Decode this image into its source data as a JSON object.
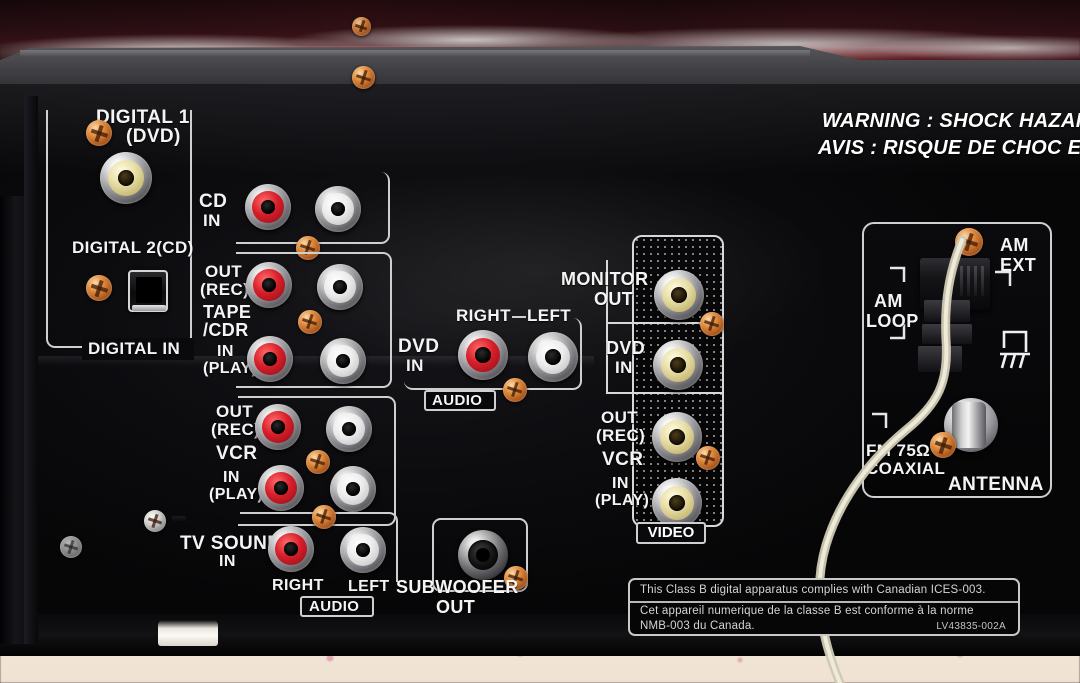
{
  "device": {
    "type": "av-receiver-rear-panel",
    "warning_line_1": "WARNING : SHOCK HAZARD -",
    "warning_line_2": "AVIS : RISQUE DE CHOC ELECT",
    "model_code": "LV43835-002A"
  },
  "digital": {
    "digital_1_label_line1": "DIGITAL 1",
    "digital_1_label_line2": "(DVD)",
    "digital_2_label": "DIGITAL 2(CD)",
    "group_label": "DIGITAL IN"
  },
  "audio_left_block": {
    "cd_label_line1": "CD",
    "cd_label_line2": "IN",
    "tape_out_line1": "OUT",
    "tape_out_line2": "(REC)",
    "tape_name_line1": "TAPE",
    "tape_name_line2": "/CDR",
    "tape_in_line1": "IN",
    "tape_in_line2": "(PLAY)",
    "vcr_out_line1": "OUT",
    "vcr_out_line2": "(REC)",
    "vcr_name": "VCR",
    "vcr_in_line1": "IN",
    "vcr_in_line2": "(PLAY)",
    "tv_sound_line1": "TV SOUND",
    "tv_sound_line2": "IN",
    "channel_right": "RIGHT",
    "channel_left": "LEFT",
    "audio_cap": "AUDIO"
  },
  "dvd_audio": {
    "name_line1": "DVD",
    "name_line2": "IN",
    "channel_right": "RIGHT",
    "channel_left": "LEFT",
    "audio_cap": "AUDIO"
  },
  "subwoofer": {
    "label_line1": "SUBWOOFER",
    "label_line2": "OUT"
  },
  "video_block": {
    "monitor_out_line1": "MONITOR",
    "monitor_out_line2": "OUT",
    "dvd_in_line1": "DVD",
    "dvd_in_line2": "IN",
    "vcr_out_line1": "OUT",
    "vcr_out_line2": "(REC)",
    "vcr_name": "VCR",
    "vcr_in_line1": "IN",
    "vcr_in_line2": "(PLAY)",
    "cap_label": "VIDEO"
  },
  "antenna": {
    "am_ext_line1": "AM",
    "am_ext_line2": "EXT",
    "am_loop_line1": "AM",
    "am_loop_line2": "LOOP",
    "fm_line1": "FM 75Ω",
    "fm_line2": "COAXIAL",
    "group_label": "ANTENNA"
  },
  "regulatory": {
    "line_en": "This Class B digital apparatus complies with Canadian ICES-003.",
    "line_fr_1": "Cet appareil numerique de la classe B est conforme à la norme",
    "line_fr_2": "NMB-003 du Canada."
  },
  "colors": {
    "jack_red": "#d81f2a",
    "jack_white": "#ececec",
    "jack_yellow": "#e9dfa8",
    "panel_black": "#0a0a0c",
    "label_white": "#f4f4f4",
    "screw_copper": "#e08a3c"
  }
}
